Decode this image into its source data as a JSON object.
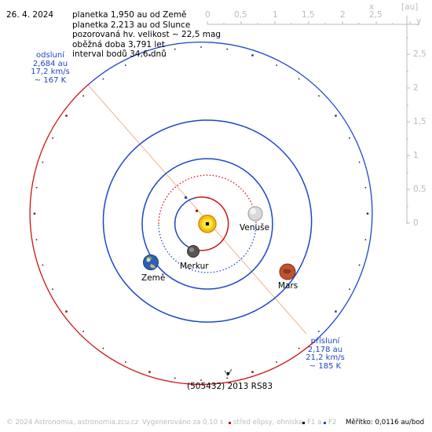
{
  "header": {
    "date": "26. 4. 2024",
    "info_lines": [
      "planetka 1,950 au od Země",
      "planetka 2,213 au od Slunce",
      "pozorovaná hv. velikost ~ 22,5 mag",
      "oběžná doba 3,791 let",
      "interval bodů 34,6 dnů"
    ]
  },
  "axes": {
    "unit_label": "[au]",
    "x_label": "x",
    "y_label": "y",
    "x_ticks": [
      "0",
      "0,5",
      "1",
      "1,5",
      "2",
      "2,5"
    ],
    "y_ticks": [
      "2,5",
      "2",
      "1,5",
      "1",
      "0,5",
      "0"
    ]
  },
  "aphelion": {
    "lines": [
      "odsluní",
      "2,684 au",
      "17,2 km/s",
      "~ 167 K"
    ]
  },
  "perihelion": {
    "lines": [
      "přísluní",
      "2,178 au",
      "21,2 km/s",
      "~ 185 K"
    ]
  },
  "planets": {
    "venus": "Venuše",
    "earth": "Země",
    "mercury": "Merkur",
    "mars": "Mars"
  },
  "asteroid_name": "(505432) 2013 RS83",
  "footer": {
    "copyright": "© 2024 Astronomia, astronomia.zcu.cz",
    "generated": "Vygenerováno za 0,10 s",
    "legend_center": "střed elipsy, ohniska",
    "legend_f1": "F1 a",
    "legend_f2": "F2",
    "scale": "Měřítko: 0,0116 au/bod"
  },
  "colors": {
    "asteroid_above": "#1e46c8",
    "asteroid_below": "#cc1111",
    "apsides_line": "#f0b28a",
    "axis": "#bbbbbb"
  }
}
